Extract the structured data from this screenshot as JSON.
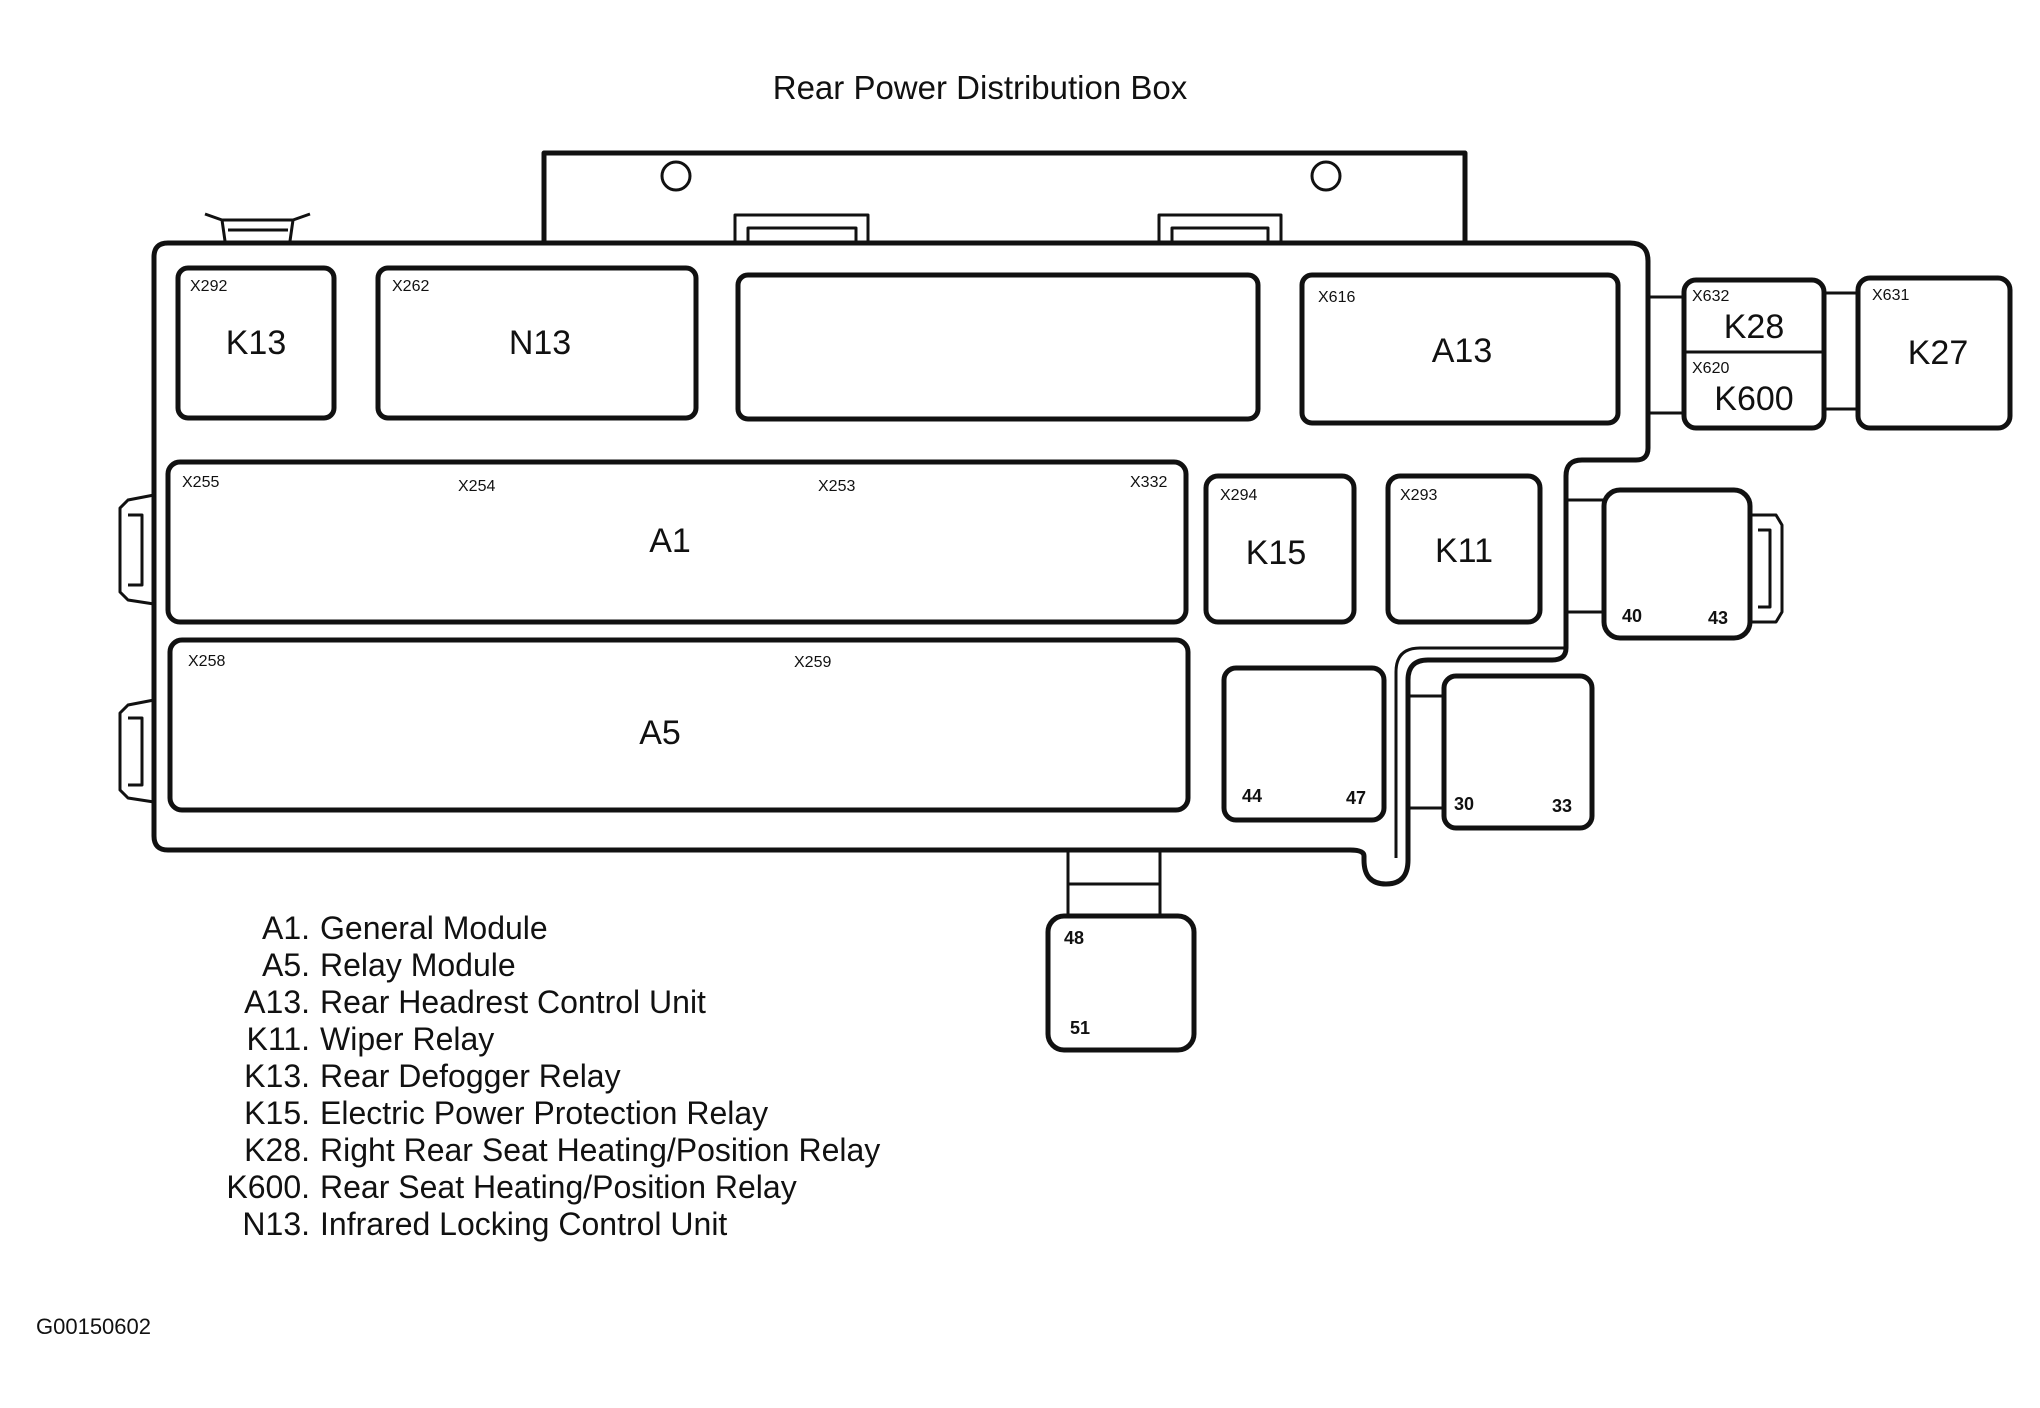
{
  "title": "Rear Power Distribution Box",
  "figure_code": "G00150602",
  "components": {
    "K13": {
      "label": "K13",
      "connector": "X292"
    },
    "N13": {
      "label": "N13",
      "connector": "X262"
    },
    "A13": {
      "label": "A13",
      "connector": "X616"
    },
    "K28": {
      "label": "K28",
      "connector": "X632"
    },
    "K600": {
      "label": "K600",
      "connector": "X620"
    },
    "K27": {
      "label": "K27",
      "connector": "X631"
    },
    "A1": {
      "label": "A1",
      "connectors": [
        "X255",
        "X254",
        "X253",
        "X332"
      ]
    },
    "K15": {
      "label": "K15",
      "connector": "X294"
    },
    "K11": {
      "label": "K11",
      "connector": "X293"
    },
    "A5": {
      "label": "A5",
      "connectors": [
        "X258",
        "X259"
      ]
    }
  },
  "pins": {
    "relay_40_43": [
      "40",
      "43"
    ],
    "relay_44_47": [
      "44",
      "47"
    ],
    "relay_30_33": [
      "30",
      "33"
    ],
    "relay_48_51": [
      "48",
      "51"
    ]
  },
  "legend": [
    {
      "code": "A1.",
      "desc": "General Module"
    },
    {
      "code": "A5.",
      "desc": "Relay Module"
    },
    {
      "code": "A13.",
      "desc": "Rear Headrest Control Unit"
    },
    {
      "code": "K11.",
      "desc": "Wiper Relay"
    },
    {
      "code": "K13.",
      "desc": "Rear Defogger Relay"
    },
    {
      "code": "K15.",
      "desc": "Electric Power Protection Relay"
    },
    {
      "code": "K28.",
      "desc": "Right Rear Seat Heating/Position Relay"
    },
    {
      "code": "K600.",
      "desc": "Rear Seat Heating/Position Relay"
    },
    {
      "code": "N13.",
      "desc": "Infrared Locking Control Unit"
    }
  ]
}
